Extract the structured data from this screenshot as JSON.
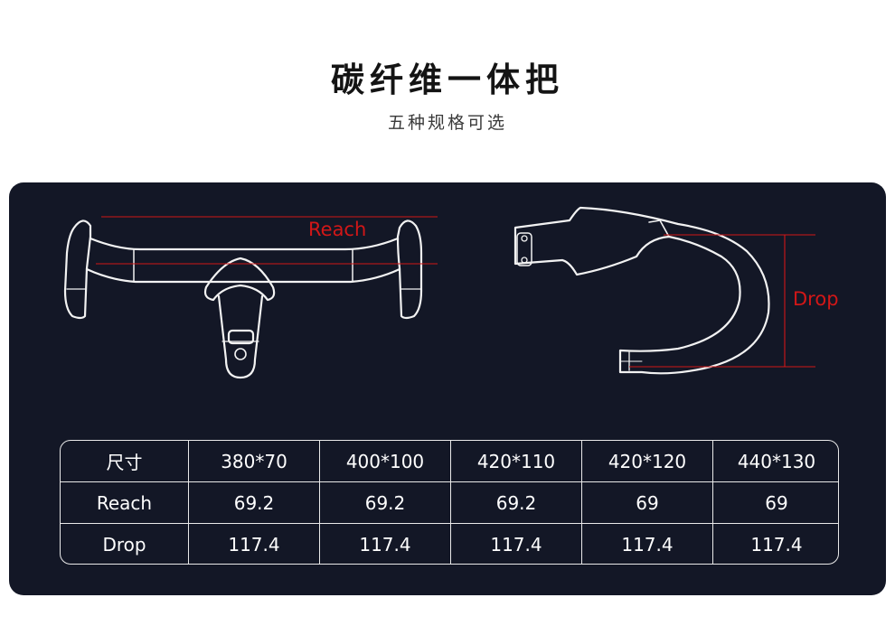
{
  "header": {
    "title": "碳纤维一体把",
    "subtitle": "五种规格可选"
  },
  "diagram": {
    "reach_label": "Reach",
    "drop_label": "Drop",
    "annotation_color": "#d21717",
    "panel_color": "#131726"
  },
  "spec_table": {
    "header_label": "尺寸",
    "sizes": [
      "380*70",
      "400*100",
      "420*110",
      "420*120",
      "440*130"
    ],
    "rows": [
      {
        "label": "Reach",
        "values": [
          "69.2",
          "69.2",
          "69.2",
          "69",
          "69"
        ]
      },
      {
        "label": "Drop",
        "values": [
          "117.4",
          "117.4",
          "117.4",
          "117.4",
          "117.4"
        ]
      }
    ]
  }
}
